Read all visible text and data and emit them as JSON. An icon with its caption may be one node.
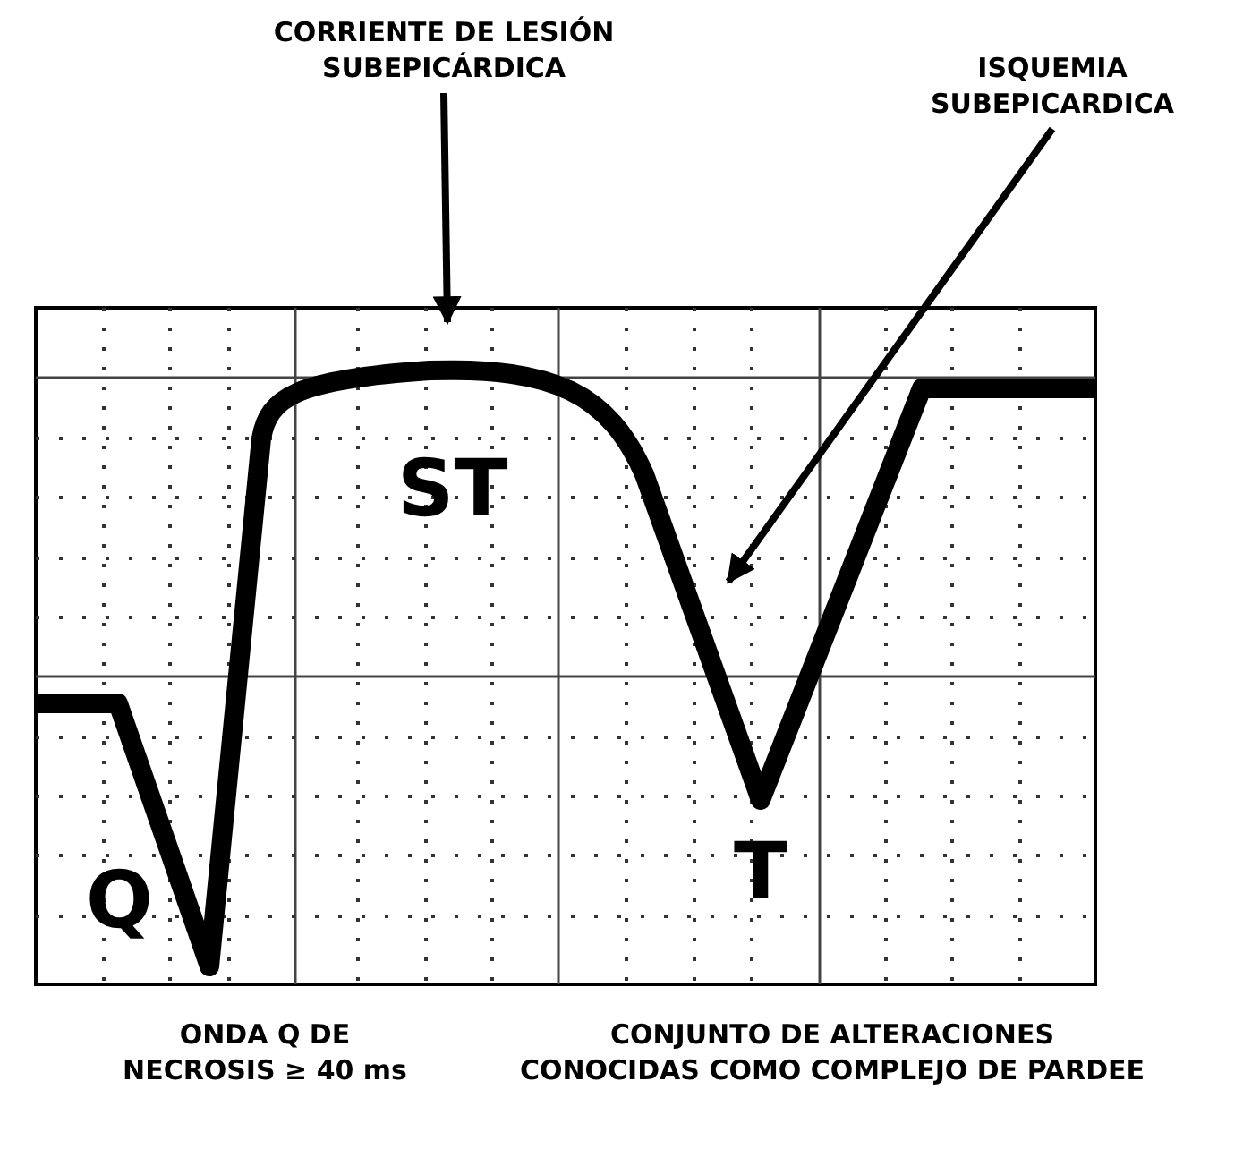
{
  "diagram": {
    "nodes": [
      {
        "text": [
          "CORRIENTE DE LESIÓN SUBEPICÁRDICA"
        ]
      },
      {
        "text": [
          "ISQUEMIA SUBEPICARDICA"
        ]
      }
    ],
    "edges": [
      {
        "from": 0,
        "to": null,
        "arrow": "to"
      },
      {
        "from": 1,
        "to": null,
        "arrow": "to"
      }
    ],
    "labels": [
      "ST",
      "T",
      "Q",
      "ONDA Q DE NECROSIS ≥ 40 ms",
      "CONJUNTO DE ALTERACIONES CONOCIDAS COMO COMPLEJO DE PARDEE"
    ]
  }
}
